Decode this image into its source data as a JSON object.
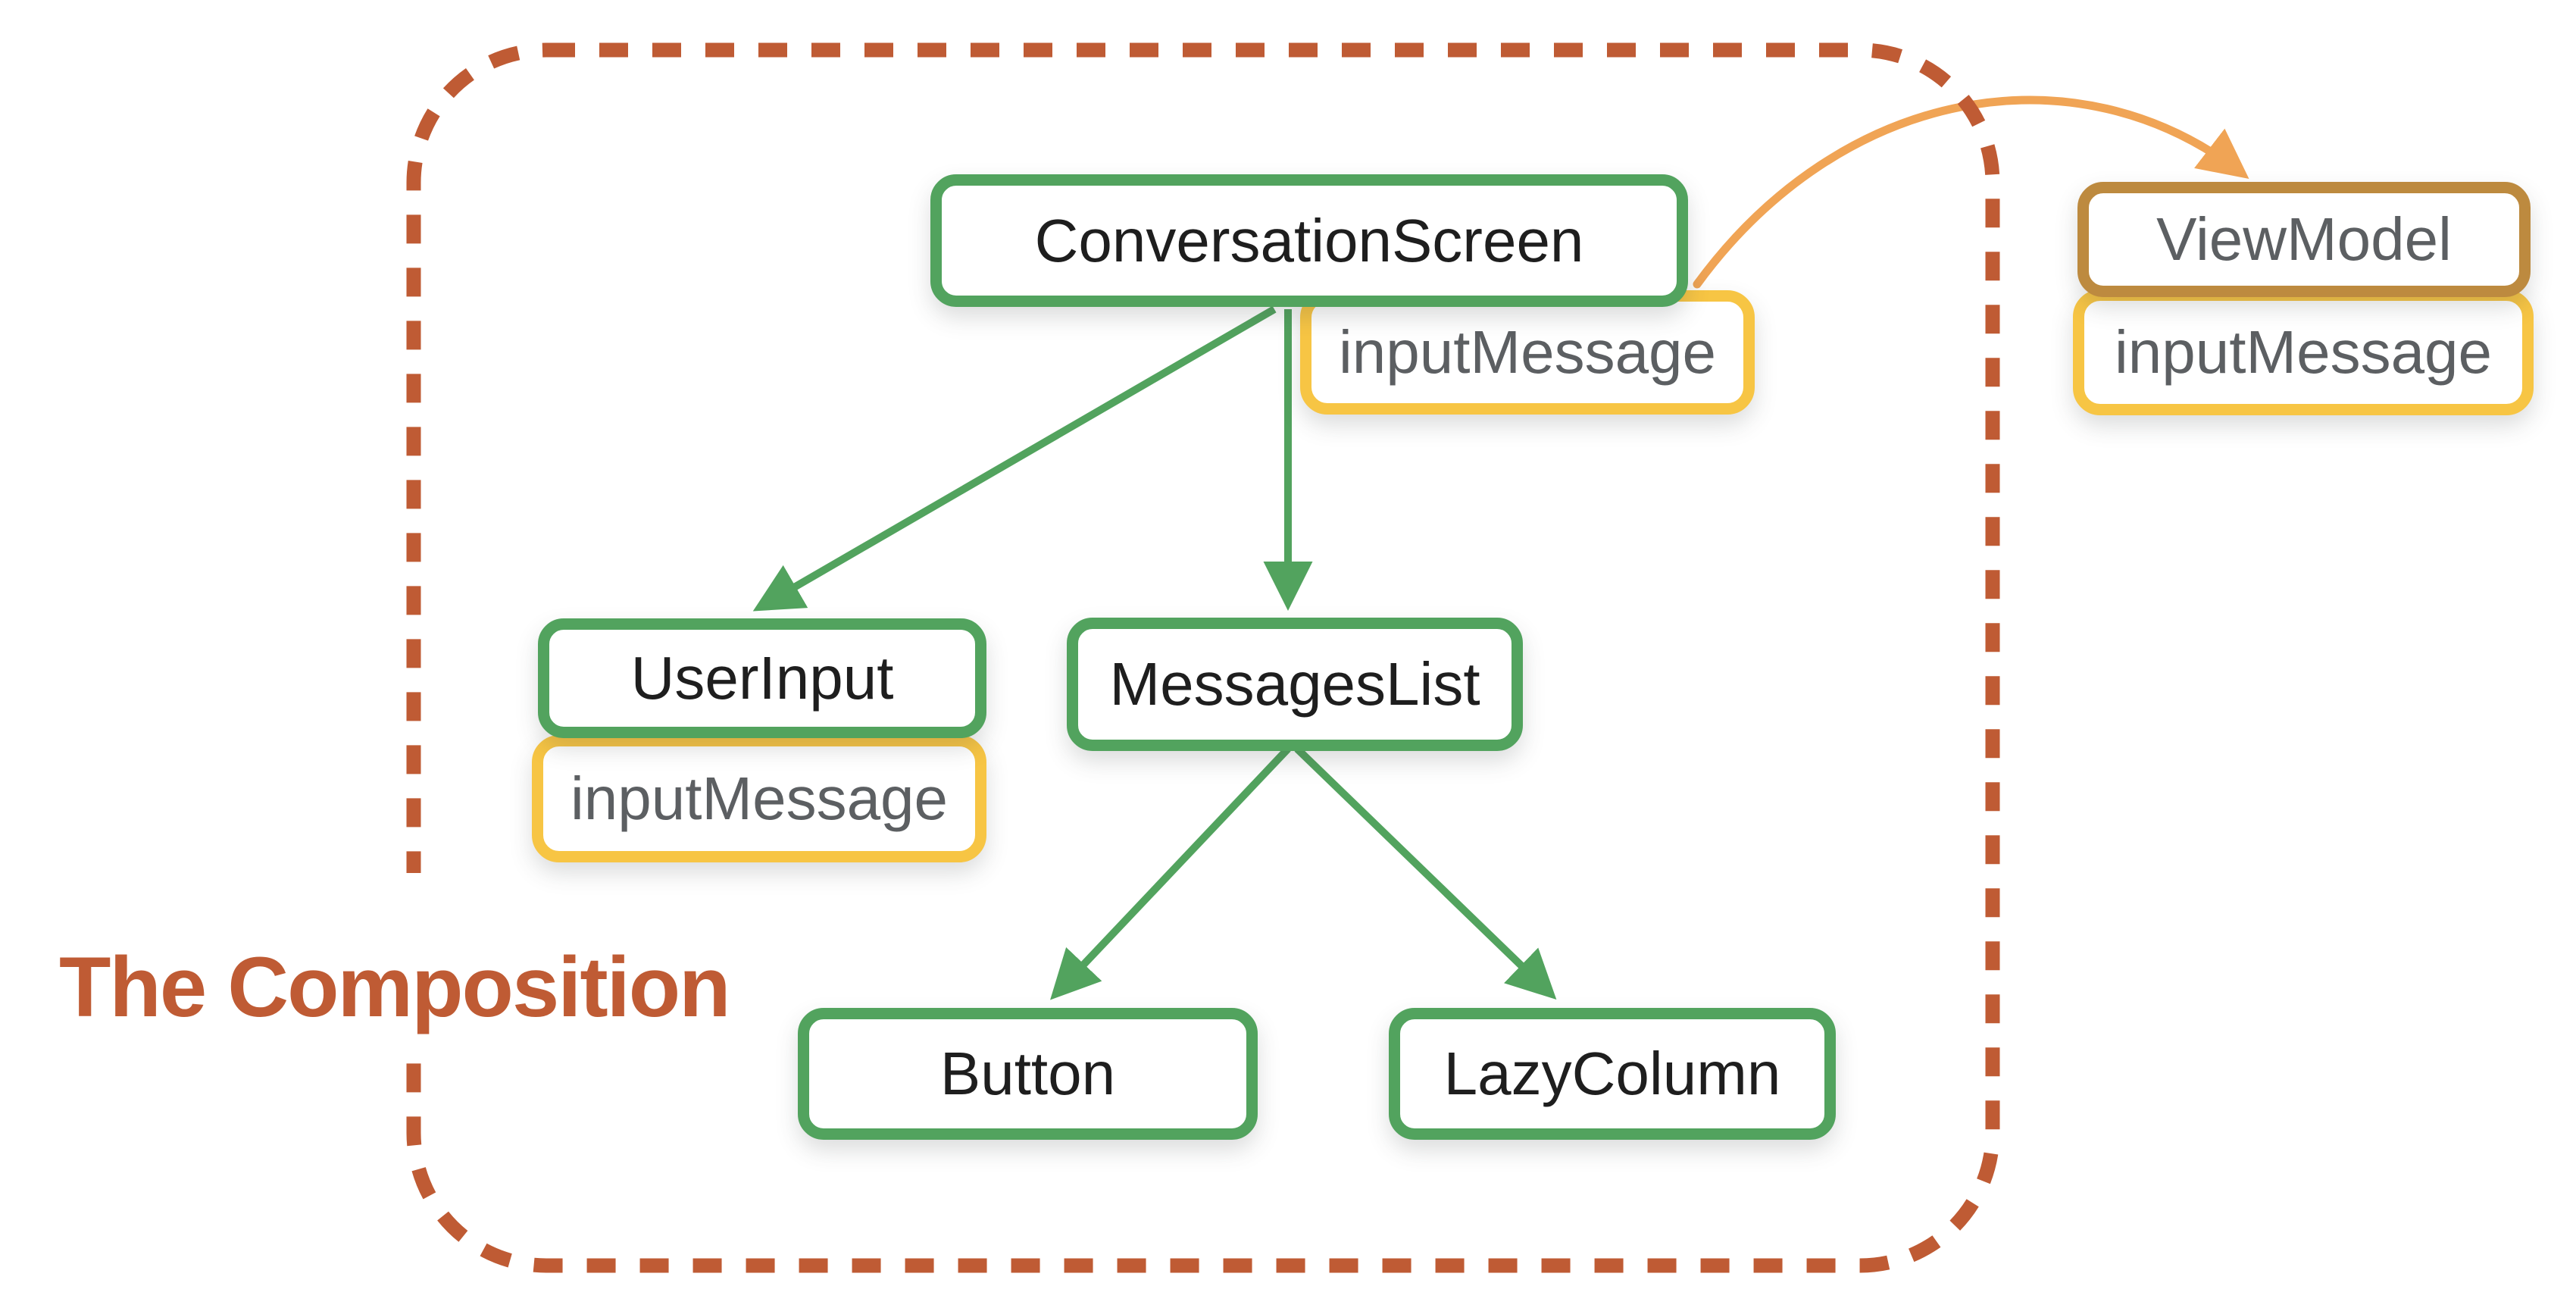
{
  "title": {
    "label": "The Composition"
  },
  "nodes": {
    "conversation_screen": {
      "label": "ConversationScreen"
    },
    "conversation_screen_state": {
      "label": "inputMessage"
    },
    "user_input": {
      "label": "UserInput"
    },
    "user_input_state": {
      "label": "inputMessage"
    },
    "messages_list": {
      "label": "MessagesList"
    },
    "button": {
      "label": "Button"
    },
    "lazy_column": {
      "label": "LazyColumn"
    },
    "view_model": {
      "label": "ViewModel"
    },
    "view_model_state": {
      "label": "inputMessage"
    }
  },
  "colors": {
    "composable_border": "#52A35E",
    "state_border": "#F7C544",
    "viewmodel_border": "#BD8A3F",
    "edge_green": "#52A35E",
    "edge_orange": "#F0A455",
    "boundary_dash": "#BF5B34",
    "title_text": "#BF5B34",
    "label_dark": "#1E1E1E",
    "label_gray": "#5C5F62",
    "background": "#FFFFFF"
  }
}
